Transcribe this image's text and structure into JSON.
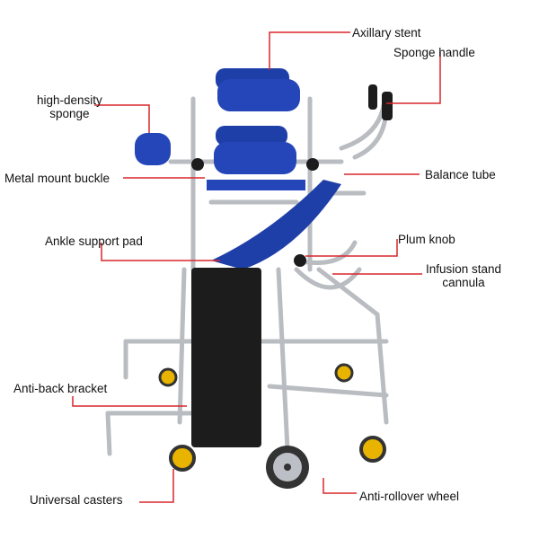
{
  "labels": {
    "axillary_stent": "Axillary stent",
    "sponge_handle": "Sponge handle",
    "high_density_sponge": "high-density\nsponge",
    "metal_mount_buckle": "Metal mount buckle",
    "balance_tube": "Balance tube",
    "ankle_support_pad": "Ankle support pad",
    "plum_knob": "Plum knob",
    "infusion_stand_cannula": "Infusion stand\ncannula",
    "anti_back_bracket": "Anti-back bracket",
    "universal_casters": "Universal casters",
    "anti_rollover_wheel": "Anti-rollover wheel"
  },
  "colors": {
    "callout_line": "#d9262c",
    "frame_metal": "#b9bcc0",
    "pad_blue": "#1f3fa8",
    "pad_black": "#1c1c1c",
    "caster_yellow": "#e8b400"
  }
}
